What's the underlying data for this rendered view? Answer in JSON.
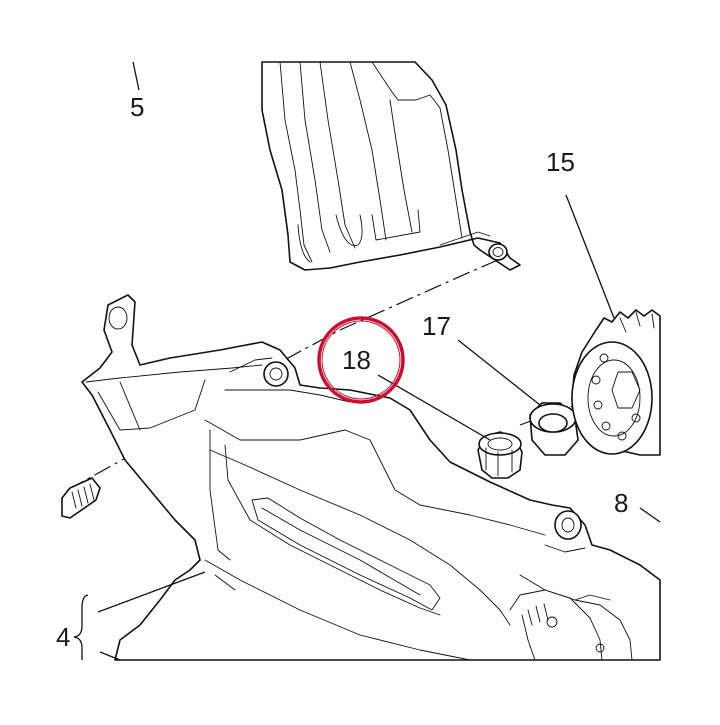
{
  "callouts": {
    "c5": "5",
    "c15": "15",
    "c17": "17",
    "c18": "18",
    "c8": "8",
    "c4": "4"
  },
  "highlight": {
    "target_label": "18",
    "color": "#c8102e"
  },
  "colors": {
    "line": "#111111",
    "background": "#ffffff"
  }
}
